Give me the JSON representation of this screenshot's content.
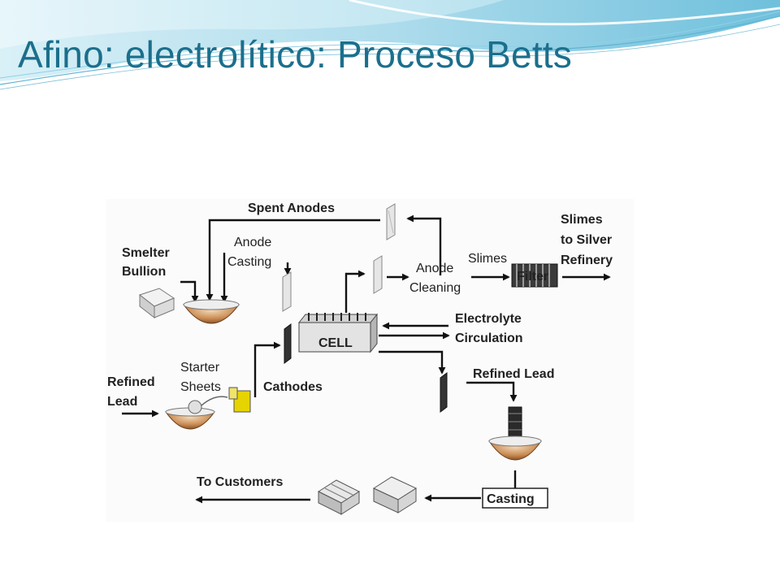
{
  "slide": {
    "title": "Afino: electrolítico: Proceso Betts",
    "accent_color": "#1b6f8c",
    "background": "#ffffff"
  },
  "diagram": {
    "labels": {
      "spent_anodes": "Spent Anodes",
      "smelter_bullion_1": "Smelter",
      "smelter_bullion_2": "Bullion",
      "anode_casting_1": "Anode",
      "anode_casting_2": "Casting",
      "anode_cleaning_1": "Anode",
      "anode_cleaning_2": "Cleaning",
      "slimes": "Slimes",
      "filter": "Filter",
      "slimes_refinery_1": "Slimes",
      "slimes_refinery_2": "to Silver",
      "slimes_refinery_3": "Refinery",
      "cell": "CELL",
      "electrolyte_1": "Electrolyte",
      "electrolyte_2": "Circulation",
      "starter_sheets_1": "Starter",
      "starter_sheets_2": "Sheets",
      "refined_lead_in_1": "Refined",
      "refined_lead_in_2": "Lead",
      "cathodes": "Cathodes",
      "refined_lead_out": "Refined Lead",
      "to_customers": "To Customers",
      "casting": "Casting"
    }
  }
}
